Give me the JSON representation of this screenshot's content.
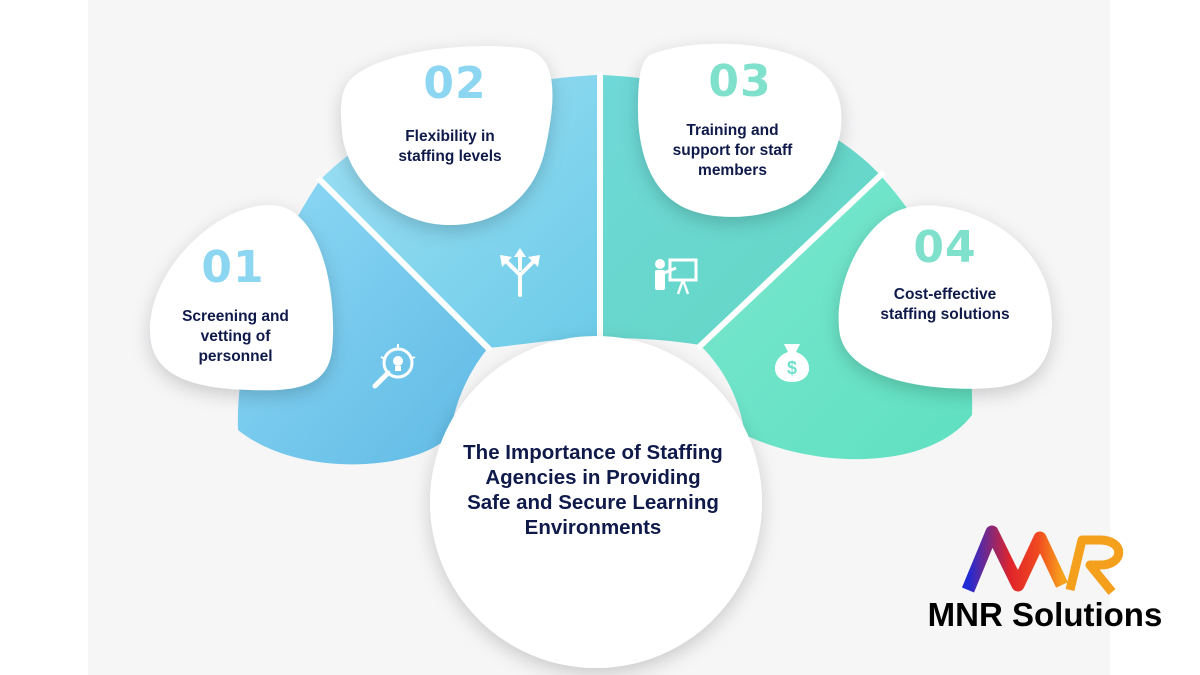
{
  "center": {
    "title": "The Importance of Staffing Agencies in Providing Safe and Secure Learning Environments"
  },
  "items": [
    {
      "number": "01",
      "label": "Screening and vetting of personnel",
      "icon": "magnifier-lightbulb-icon"
    },
    {
      "number": "02",
      "label": "Flexibility in staffing levels",
      "icon": "split-arrows-icon"
    },
    {
      "number": "03",
      "label": "Training and support for staff members",
      "icon": "presenter-board-icon"
    },
    {
      "number": "04",
      "label": "Cost-effective staffing solutions",
      "icon": "money-bag-icon"
    }
  ],
  "brand": {
    "name": "MNR Solutions",
    "logo_text": "MNR"
  },
  "colors": {
    "blue": "#7fd0f0",
    "teal": "#6fe0cc",
    "navy": "#0f1a4a"
  }
}
